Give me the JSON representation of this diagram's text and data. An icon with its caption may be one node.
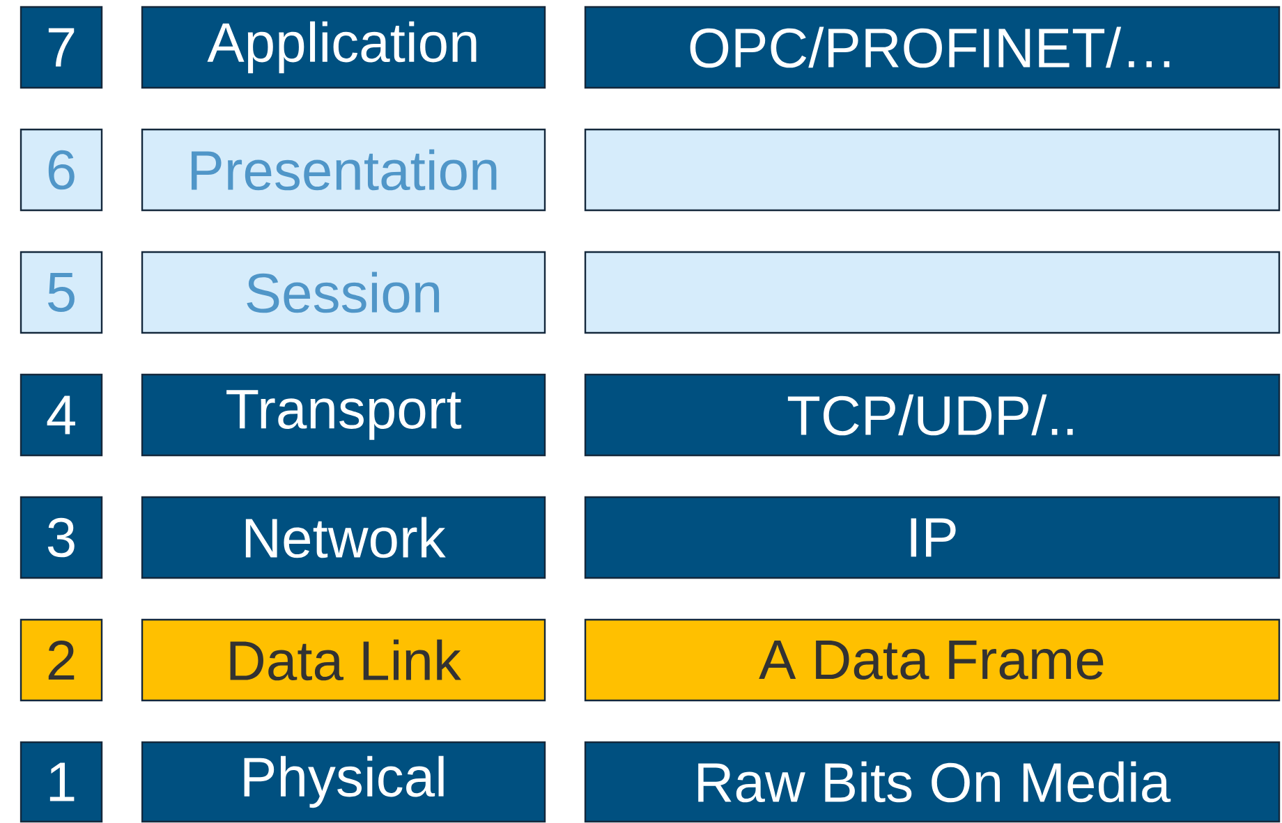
{
  "diagram": {
    "nodes": [
      {
        "text": [
          "7"
        ]
      },
      {
        "text": [
          "Application"
        ]
      },
      {
        "text": [
          "OPC/PROFINET/…"
        ]
      },
      {
        "text": [
          "6"
        ]
      },
      {
        "text": [
          "Presentation"
        ]
      },
      {
        "text": [],
        "shape": "box"
      },
      {
        "text": [
          "5"
        ]
      },
      {
        "text": [
          "Session"
        ]
      },
      {
        "text": [],
        "shape": "box"
      },
      {
        "text": [
          "4"
        ]
      },
      {
        "text": [
          "Transport"
        ]
      },
      {
        "text": [
          "TCP/UDP/.."
        ]
      },
      {
        "text": [
          "3"
        ]
      },
      {
        "text": [
          "Network"
        ]
      },
      {
        "text": [
          "IP"
        ]
      },
      {
        "text": [
          "2"
        ]
      },
      {
        "text": [
          "Data Link"
        ]
      },
      {
        "text": [
          "A Data Frame"
        ]
      },
      {
        "text": [
          "1"
        ]
      },
      {
        "text": [
          "Physical"
        ]
      },
      {
        "text": [
          "Raw Bits On Media"
        ]
      }
    ]
  }
}
